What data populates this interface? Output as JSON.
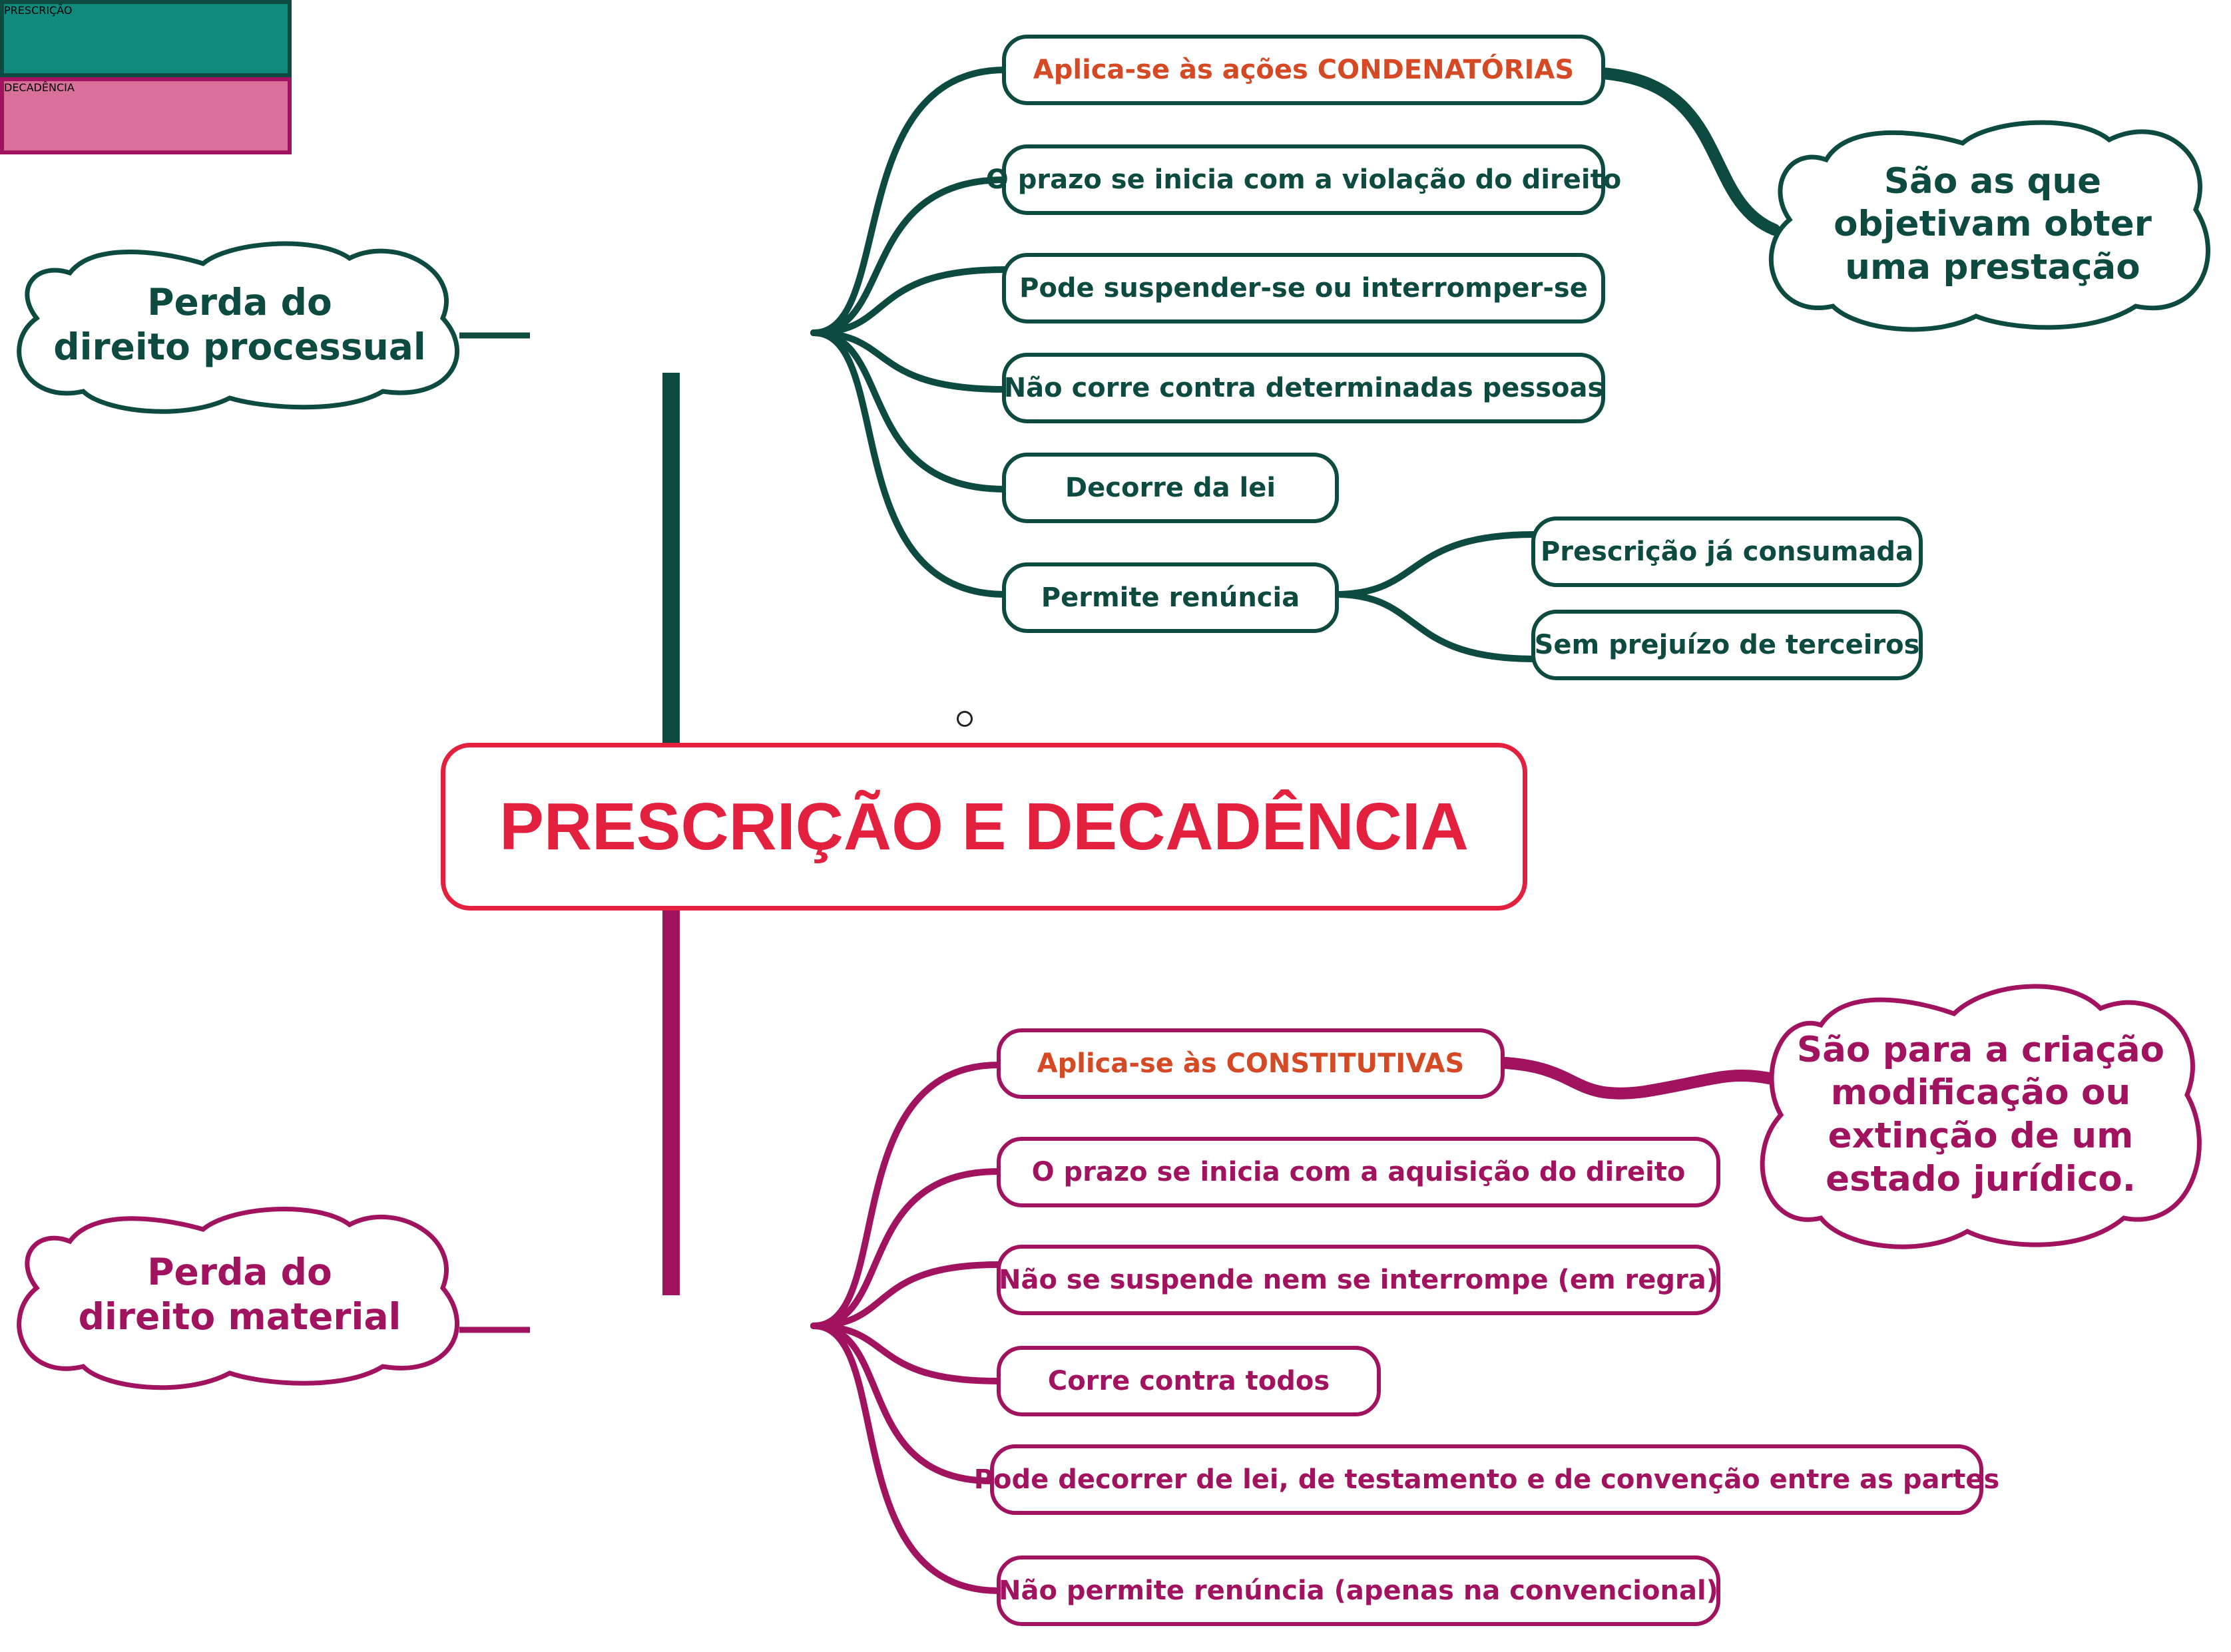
{
  "title": "PRESCRIÇÃO E DECADÊNCIA",
  "colors": {
    "prescricao_dark": "#0d4a40",
    "prescricao_hub": "#0f8a7c",
    "decadencia_dark": "#a1135e",
    "decadencia_hub": "#d8709a",
    "title_red": "#e3213f",
    "accent_orange": "#d54a25"
  },
  "prescricao": {
    "label": "PRESCRIÇÃO",
    "cloud_lines": [
      "Perda do",
      "direito processual"
    ],
    "items": [
      {
        "prefix": "Aplica-se às ações ",
        "emphasis": "CONDENATÓRIAS"
      },
      {
        "text": "O prazo se inicia com a violação do direito"
      },
      {
        "text": "Pode suspender-se ou interromper-se"
      },
      {
        "text": "Não corre contra determinadas pessoas"
      },
      {
        "text": "Decorre da lei"
      },
      {
        "text": "Permite renúncia"
      }
    ],
    "renuncia_items": [
      "Prescrição já consumada",
      "Sem prejuízo de terceiros"
    ],
    "note_lines": [
      "São as que",
      "objetivam obter",
      "uma prestação"
    ]
  },
  "decadencia": {
    "label": "DECADÊNCIA",
    "cloud_lines": [
      "Perda do",
      "direito material"
    ],
    "items": [
      {
        "prefix": "Aplica-se às ",
        "emphasis": "CONSTITUTIVAS"
      },
      {
        "text": "O prazo se inicia com a aquisição do direito"
      },
      {
        "text": "Não se suspende nem se interrompe (em regra)"
      },
      {
        "text": "Corre contra todos"
      },
      {
        "text": "Pode decorrer de lei, de testamento e de convenção entre as partes"
      },
      {
        "text": "Não permite renúncia (apenas na convencional)"
      }
    ],
    "note_lines": [
      "São para a criação",
      "modificação ou",
      "extinção de um",
      "estado jurídico."
    ]
  }
}
